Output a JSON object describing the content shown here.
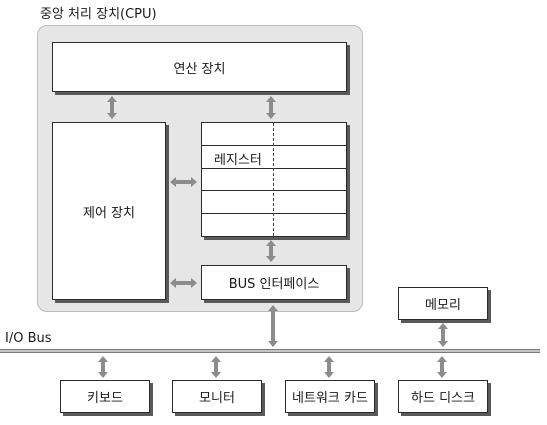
{
  "title": "중앙 처리 장치(CPU)",
  "cpu": {
    "alu": "연산 장치",
    "control_unit": "제어 장치",
    "registers_label": "레지스터",
    "bus_interface": "BUS 인터페이스"
  },
  "memory": "메모리",
  "io_bus": "I/O Bus",
  "devices": [
    "키보드",
    "모니터",
    "네트워크 카드",
    "하드 디스크"
  ],
  "colors": {
    "cpu_background": "#e6e6e6",
    "arrow": "#8c8c8c",
    "box_shadow": "#5a5a5a"
  },
  "icons": {
    "connector": "double-arrow-icon"
  }
}
